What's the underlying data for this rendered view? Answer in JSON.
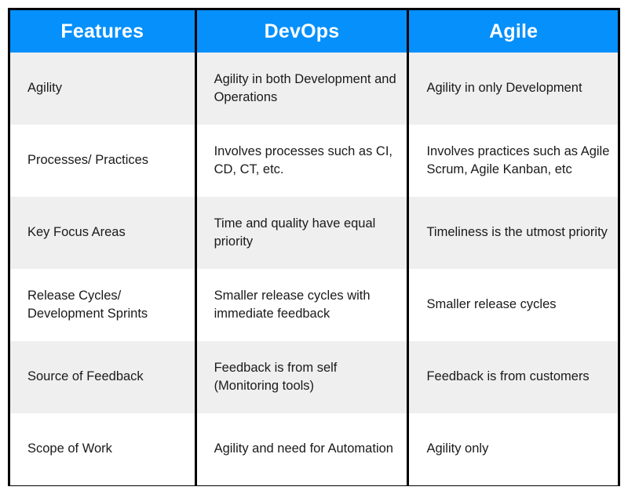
{
  "table": {
    "title_row": {
      "columns": [
        "Features",
        "DevOps",
        "Agile"
      ]
    },
    "colors": {
      "header_background": "#0590fc",
      "header_text": "#ffffff",
      "row_shaded_background": "#efefef",
      "row_plain_background": "#ffffff",
      "border": "#000000",
      "body_text": "#1a1a1a"
    },
    "rows": [
      {
        "feature": "Agility",
        "devops": "Agility in both Development and  Operations",
        "agile": "Agility in only Development"
      },
      {
        "feature": "Processes/ Practices",
        "devops": "Involves processes such as CI, CD, CT, etc.",
        "agile": "Involves practices such as Agile Scrum, Agile Kanban, etc"
      },
      {
        "feature": "Key Focus Areas",
        "devops": "Time and quality have equal priority",
        "agile": "Timeliness is the utmost priority"
      },
      {
        "feature": "Release Cycles/ Development Sprints",
        "devops": "Smaller release cycles with immediate feedback",
        "agile": "Smaller release cycles"
      },
      {
        "feature": "Source of Feedback",
        "devops": "Feedback is from self (Monitoring tools)",
        "agile": "Feedback is from customers"
      },
      {
        "feature": "Scope of Work",
        "devops": "Agility and need for Automation",
        "agile": "Agility only"
      }
    ]
  }
}
